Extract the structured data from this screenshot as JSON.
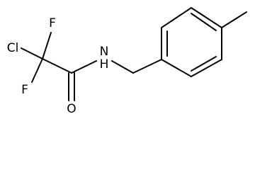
{
  "molecule": {
    "atoms": {
      "cl": "Cl",
      "f_top": "F",
      "f_bottom": "F",
      "n": "N",
      "h": "H",
      "o": "O"
    }
  }
}
